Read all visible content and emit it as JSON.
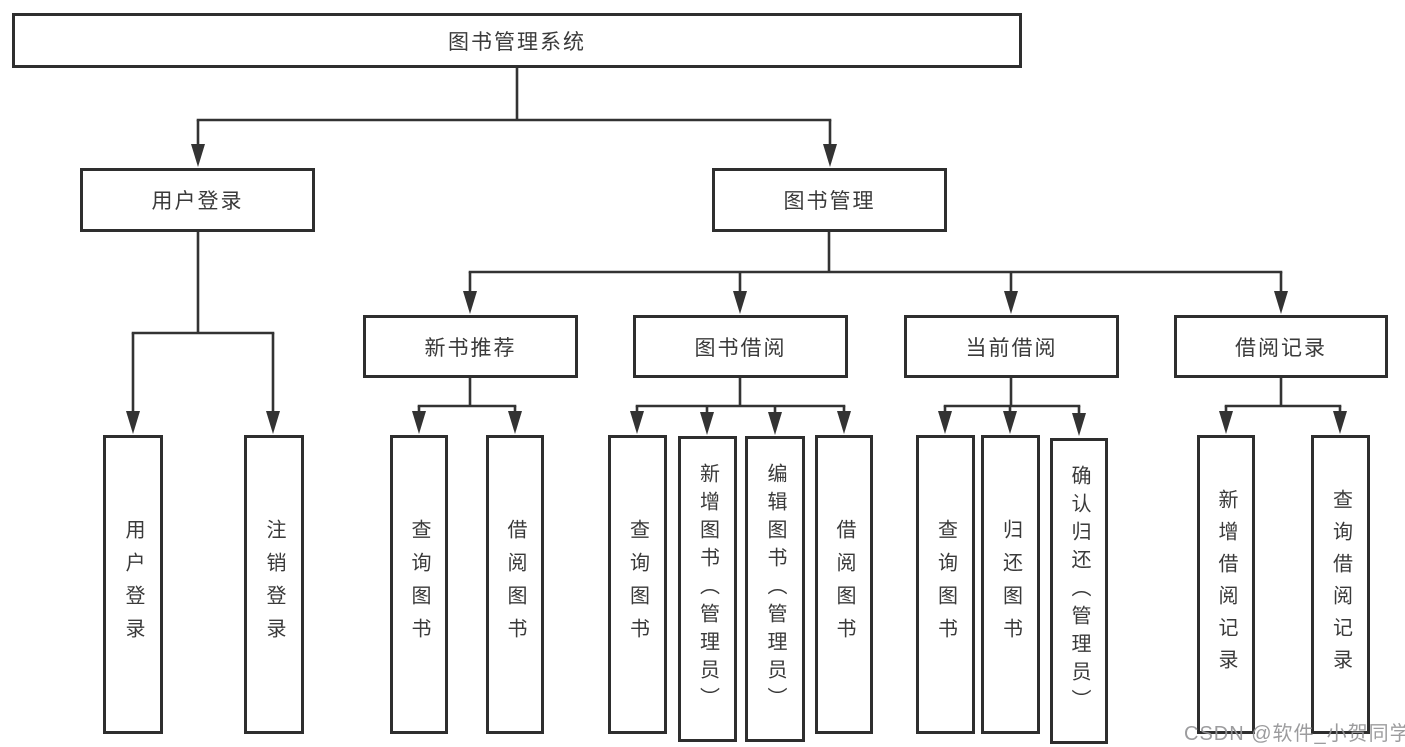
{
  "tree": {
    "label": "图书管理系统",
    "children": [
      {
        "label": "用户登录",
        "children": [
          {
            "label": "用户登录"
          },
          {
            "label": "注销登录"
          }
        ]
      },
      {
        "label": "图书管理",
        "children": [
          {
            "label": "新书推荐",
            "children": [
              {
                "label": "查询图书"
              },
              {
                "label": "借阅图书"
              }
            ]
          },
          {
            "label": "图书借阅",
            "children": [
              {
                "label": "查询图书"
              },
              {
                "label": "新增图书（管理员）"
              },
              {
                "label": "编辑图书（管理员）"
              },
              {
                "label": "借阅图书"
              }
            ]
          },
          {
            "label": "当前借阅",
            "children": [
              {
                "label": "查询图书"
              },
              {
                "label": "归还图书"
              },
              {
                "label": "确认归还（管理员）"
              }
            ]
          },
          {
            "label": "借阅记录",
            "children": [
              {
                "label": "新增借阅记录"
              },
              {
                "label": "查询借阅记录"
              }
            ]
          }
        ]
      }
    ]
  },
  "watermark": {
    "text": "CSDN @软件_小贺同学"
  },
  "colors": {
    "line": "#333333",
    "box_border": "#2e2e2e",
    "text": "#3a3a3a",
    "watermark": "#949496",
    "background": "#ffffff"
  }
}
